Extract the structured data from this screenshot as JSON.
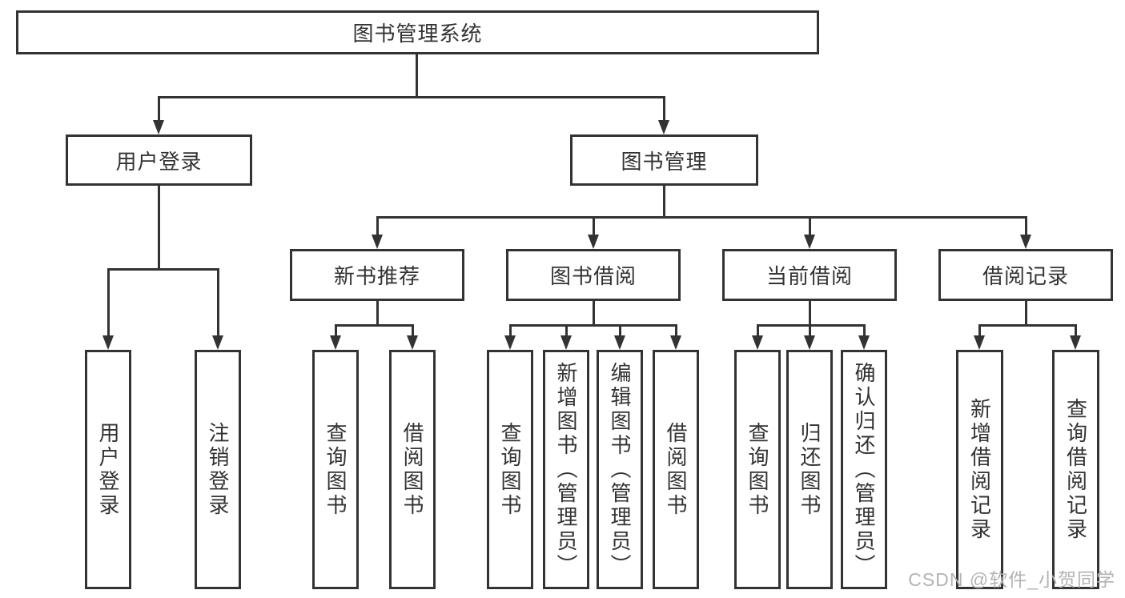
{
  "nodes": {
    "root": {
      "label": "图书管理系统"
    },
    "user_login": {
      "label": "用户登录"
    },
    "book_mgmt": {
      "label": "图书管理"
    },
    "new_book": {
      "label": "新书推荐"
    },
    "borrow": {
      "label": "图书借阅"
    },
    "current": {
      "label": "当前借阅"
    },
    "records": {
      "label": "借阅记录"
    },
    "leaves": {
      "user_login": [
        "用户登录",
        "注销登录"
      ],
      "new_book": [
        "查询图书",
        "借阅图书"
      ],
      "borrow": [
        "查询图书",
        "新增图书（管理员）",
        "编辑图书（管理员）",
        "借阅图书"
      ],
      "current": [
        "查询图书",
        "归还图书",
        "确认归还（管理员）"
      ],
      "records": [
        "新增借阅记录",
        "查询借阅记录"
      ]
    }
  },
  "watermark": "CSDN @软件_小贺同学",
  "colors": {
    "line": "#333333",
    "text": "#333333",
    "bg": "#ffffff",
    "watermark": "#b3b3b3"
  }
}
